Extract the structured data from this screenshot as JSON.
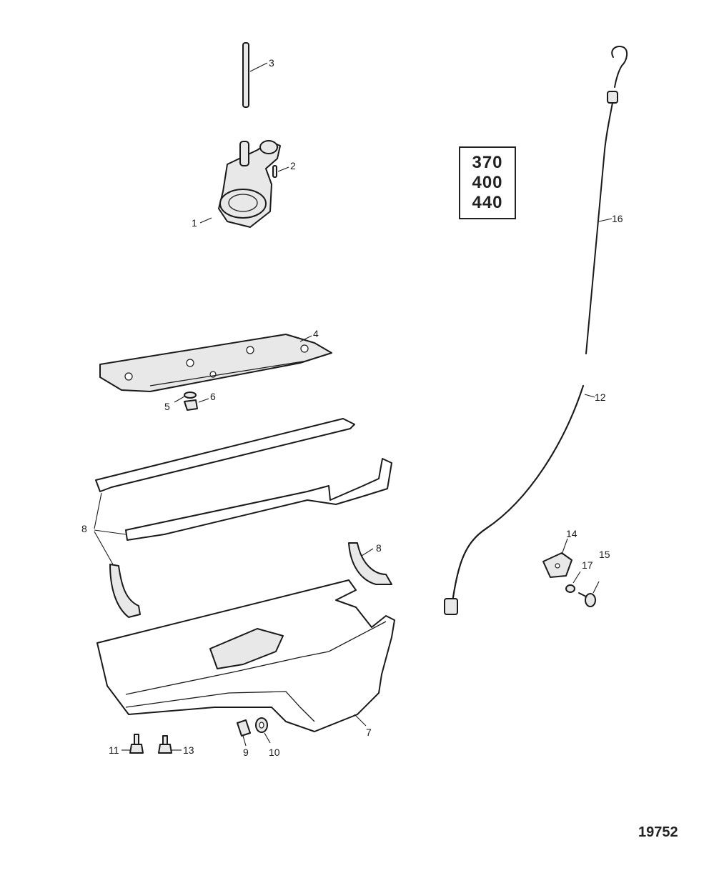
{
  "models": [
    "370",
    "400",
    "440"
  ],
  "figure_id": "19752",
  "callouts": [
    {
      "id": "callout-1",
      "label": "1"
    },
    {
      "id": "callout-2",
      "label": "2"
    },
    {
      "id": "callout-3",
      "label": "3"
    },
    {
      "id": "callout-4",
      "label": "4"
    },
    {
      "id": "callout-5",
      "label": "5"
    },
    {
      "id": "callout-6",
      "label": "6"
    },
    {
      "id": "callout-7",
      "label": "7"
    },
    {
      "id": "callout-8a",
      "label": "8"
    },
    {
      "id": "callout-8b",
      "label": "8"
    },
    {
      "id": "callout-9",
      "label": "9"
    },
    {
      "id": "callout-10",
      "label": "10"
    },
    {
      "id": "callout-11",
      "label": "11"
    },
    {
      "id": "callout-12",
      "label": "12"
    },
    {
      "id": "callout-13",
      "label": "13"
    },
    {
      "id": "callout-14",
      "label": "14"
    },
    {
      "id": "callout-15",
      "label": "15"
    },
    {
      "id": "callout-16",
      "label": "16"
    },
    {
      "id": "callout-17",
      "label": "17"
    }
  ]
}
